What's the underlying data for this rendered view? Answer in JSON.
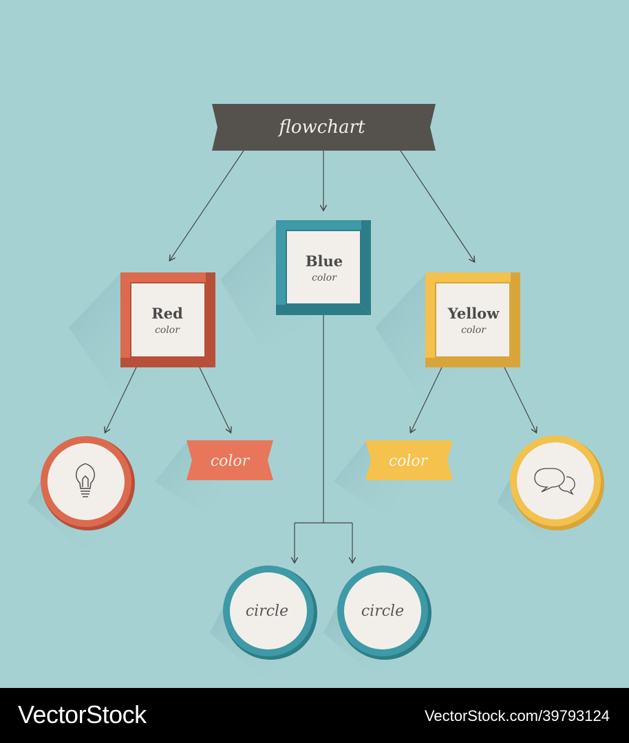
{
  "header": {
    "title": "flowchart"
  },
  "boxes": {
    "blue": {
      "title": "Blue",
      "subtitle": "color"
    },
    "red": {
      "title": "Red",
      "subtitle": "color"
    },
    "yellow": {
      "title": "Yellow",
      "subtitle": "color"
    }
  },
  "ribbons": {
    "red": {
      "label": "color"
    },
    "yellow": {
      "label": "color"
    }
  },
  "circles": {
    "left": {
      "label": "circle"
    },
    "right": {
      "label": "circle"
    }
  },
  "icons": {
    "red_circle": "lightbulb-icon",
    "yellow_circle": "speech-bubbles-icon"
  },
  "colors": {
    "background": "#a6d1d3",
    "red": "#dc6a4e",
    "blue": "#3d9aa6",
    "yellow": "#f2c14e",
    "dark": "#55524d",
    "inner": "#f2efeb"
  },
  "footer": {
    "brand": "VectorStock",
    "image_id": "VectorStock.com/39793124"
  }
}
